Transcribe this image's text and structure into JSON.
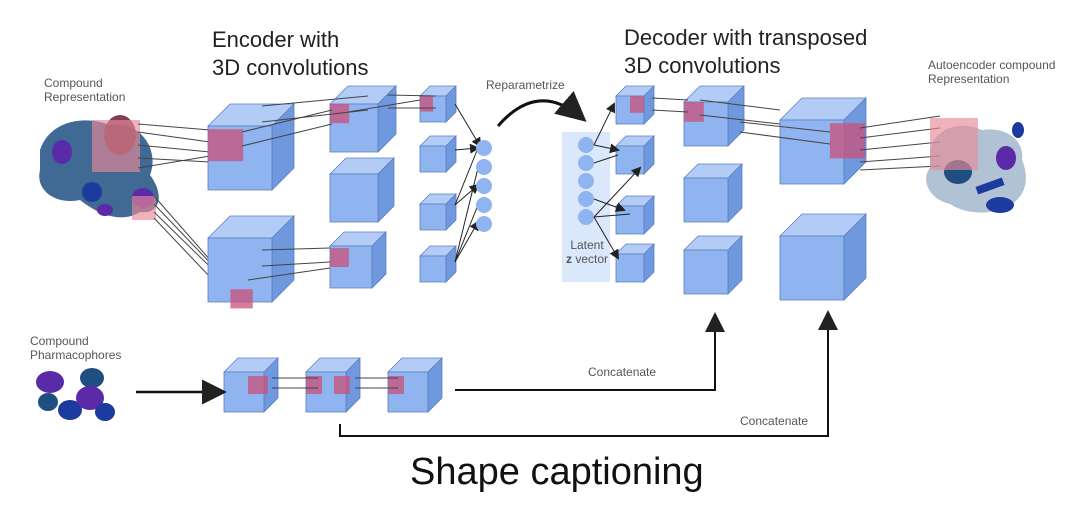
{
  "labels": {
    "encoder_title_1": "Encoder with",
    "encoder_title_2": "3D convolutions",
    "decoder_title_1": "Decoder with transposed",
    "decoder_title_2": "3D convolutions",
    "compound_repr_1": "Compound",
    "compound_repr_2": "Representation",
    "autoencoder_repr_1": "Autoencoder compound",
    "autoencoder_repr_2": "Representation",
    "reparametrize": "Reparametrize",
    "latent_1": "Latent",
    "latent_2_bold": "z",
    "latent_2_rest": " vector",
    "pharma_1": "Compound",
    "pharma_2": "Pharmacophores",
    "concat_1": "Concatenate",
    "concat_2": "Concatenate",
    "shape_captioning": "Shape captioning"
  },
  "colors": {
    "cube_front": "#8fb4ef",
    "cube_top": "#b3ccf5",
    "cube_side": "#6f98de",
    "red_patch": "#c9507a",
    "molecule_dark": "#1f4f80",
    "molecule_purple": "#5a2aa8",
    "latent_band": "#dbe7fa",
    "node": "#8fb4ef"
  }
}
